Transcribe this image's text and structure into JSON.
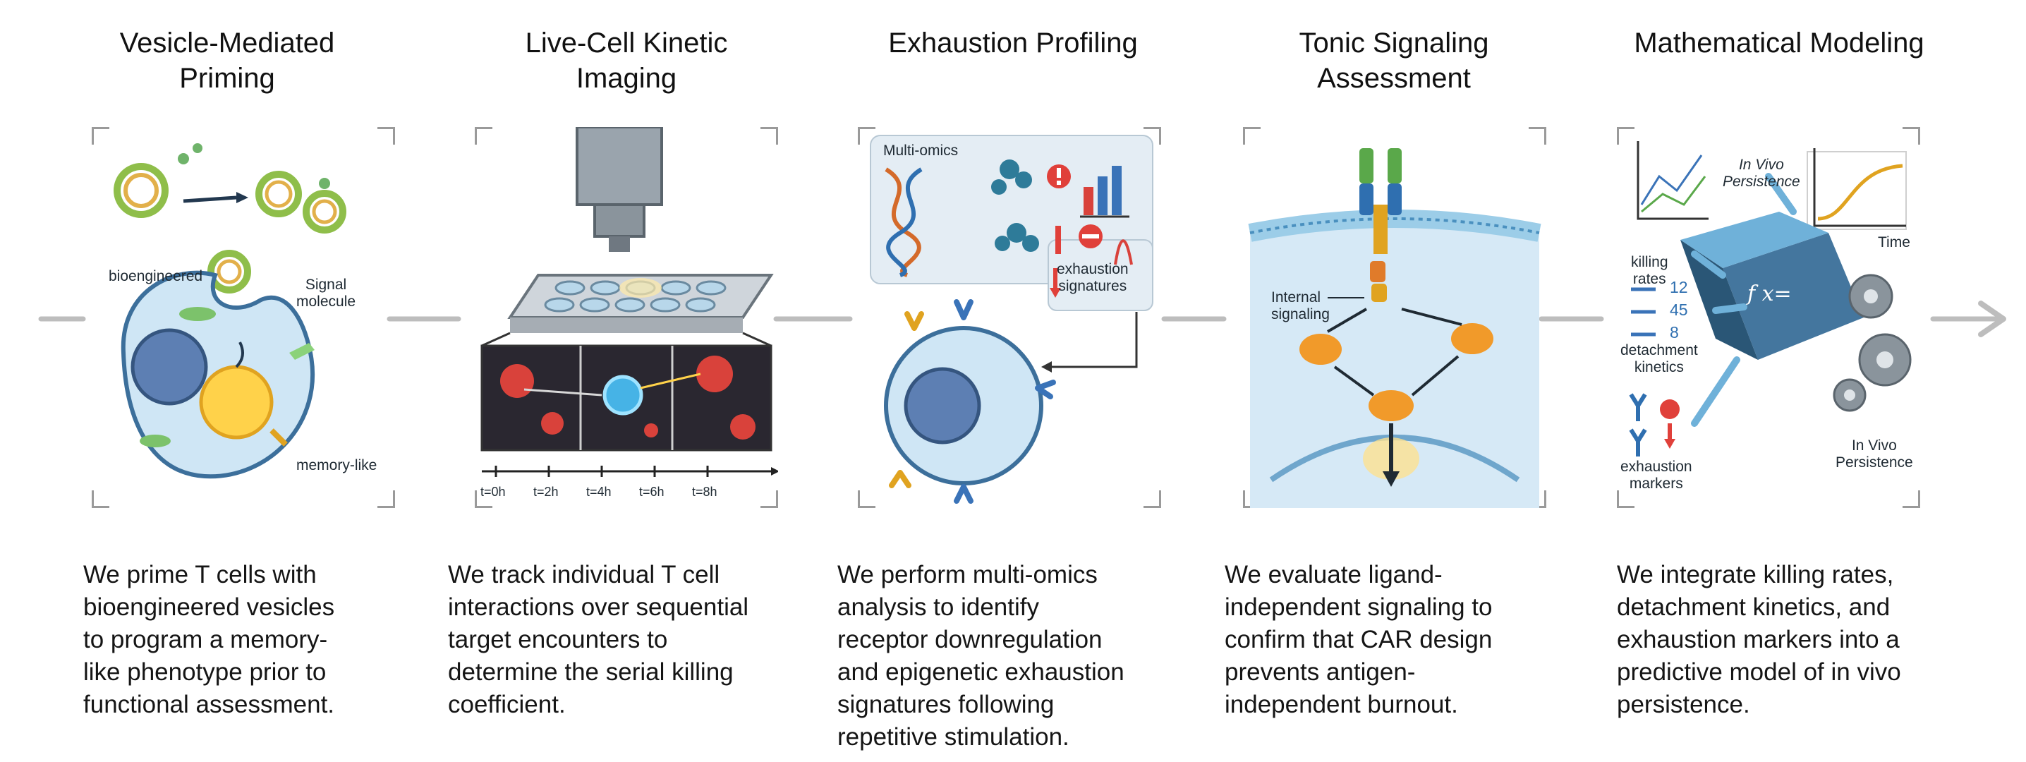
{
  "steps": [
    {
      "title": [
        "Vesicle-Mediated",
        "Priming"
      ],
      "labels": {
        "bioengineered": "bioengineered",
        "signal": [
          "Signal",
          "molecule"
        ],
        "memory": "memory-like"
      },
      "description": [
        "We prime T cells with",
        "bioengineered vesicles",
        "to program a memory-",
        "like phenotype prior to",
        "functional assessment."
      ]
    },
    {
      "title": [
        "Live-Cell Kinetic",
        "Imaging"
      ],
      "labels": {
        "timepoints": [
          "t=0h",
          "t=2h",
          "t=4h",
          "t=6h",
          "t=8h"
        ]
      },
      "description": [
        "We track individual T cell",
        "interactions over sequential",
        "target encounters to",
        "determine the serial killing",
        "coefficient."
      ]
    },
    {
      "title": [
        "Exhaustion Profiling"
      ],
      "labels": {
        "omics": "Multi-omics",
        "signatures": [
          "exhaustion",
          "signatures"
        ]
      },
      "description": [
        "We perform multi-omics",
        "analysis to identify",
        "receptor downregulation",
        "and epigenetic exhaustion",
        "signatures following",
        "repetitive stimulation."
      ]
    },
    {
      "title": [
        "Tonic Signaling",
        "Assessment"
      ],
      "labels": {
        "internal": [
          "Internal",
          "signaling"
        ]
      },
      "description": [
        "We evaluate ligand-",
        "independent signaling to",
        "confirm that CAR design",
        "prevents antigen-",
        "independent burnout."
      ]
    },
    {
      "title": [
        "Mathematical Modeling"
      ],
      "labels": {
        "killing": [
          "killing",
          "rates"
        ],
        "values": [
          "12",
          "45",
          "8"
        ],
        "detachment": [
          "detachment",
          "kinetics"
        ],
        "markers": [
          "exhaustion",
          "markers"
        ],
        "persistence_top": [
          "In Vivo",
          "Persistence"
        ],
        "time": "Time",
        "formula": "f x=",
        "persistence_bottom": [
          "In Vivo",
          "Persistence"
        ]
      },
      "description": [
        "We integrate killing rates,",
        "detachment kinetics, and",
        "exhaustion markers into a",
        "predictive model of in vivo",
        "persistence."
      ]
    }
  ],
  "colors": {
    "flow_line": "#bdbdbd",
    "cell_fill": "#cfe6f5",
    "nucleus": "#5d7fb3",
    "mito": "#ffd24a",
    "tumor": "#d9423b",
    "alert": "#e0403a"
  },
  "icons": [
    "vesicle-icon",
    "t-cell-icon",
    "microscope-icon",
    "dna-icon",
    "receptor-icon",
    "chart-icon",
    "gear-icon",
    "alert-icon",
    "arrow-icon"
  ]
}
